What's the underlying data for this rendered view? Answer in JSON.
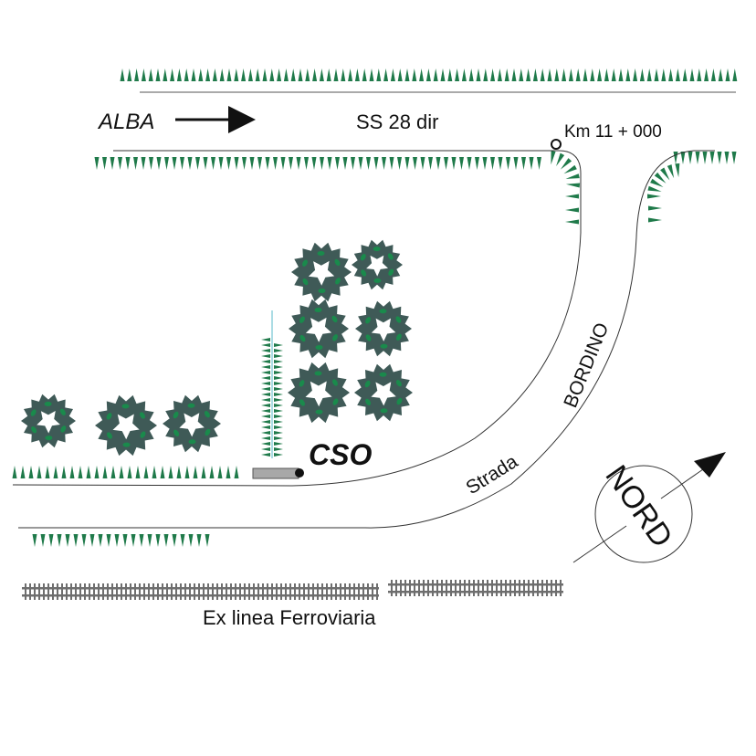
{
  "labels": {
    "origin": "ALBA",
    "road_main": "SS 28 dir",
    "km_marker": "Km 11 + 000",
    "road_side_1": "Strada",
    "road_side_2": "BORDINO",
    "site": "CSO",
    "railway": "Ex linea Ferroviaria",
    "north": "NORD"
  },
  "colors": {
    "hedge": "#1f7a4a",
    "tree_dark": "#3f5a57",
    "tree_accent": "#1a8a4c",
    "road_line": "#333333",
    "rail": "#6e6e6e",
    "pipe": "#8fd0dc",
    "structure": "#a8a8a8"
  }
}
